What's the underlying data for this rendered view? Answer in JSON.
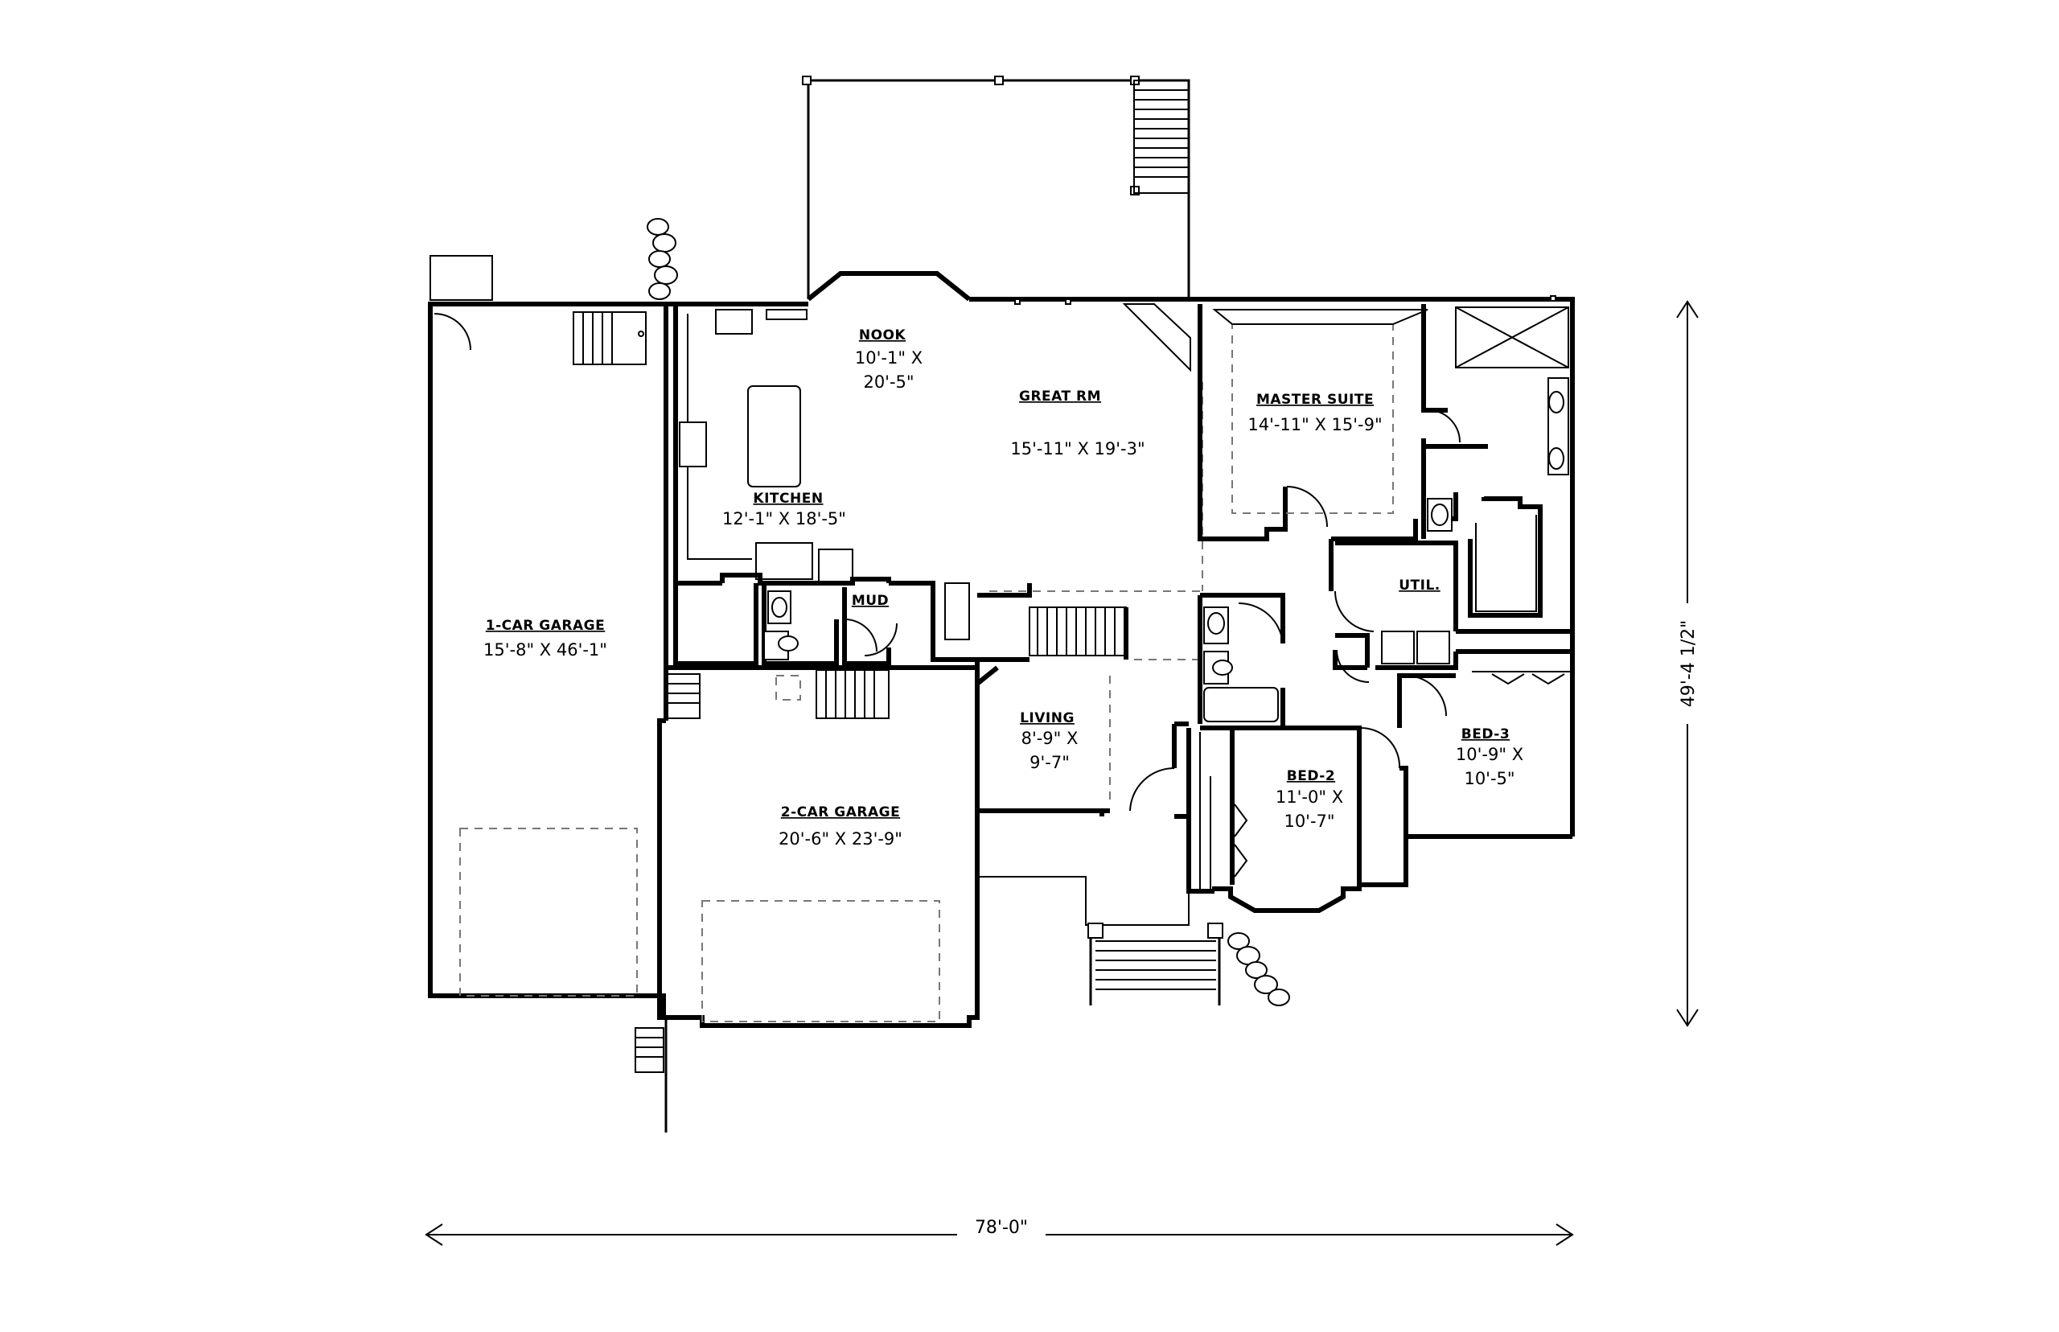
{
  "overall_dimensions": {
    "width": "78'-0\"",
    "depth": "49'-4 1/2\""
  },
  "rooms": {
    "nook": {
      "name": "NOOK",
      "dim_line1": "10'-1\" X",
      "dim_line2": "20'-5\""
    },
    "great_room": {
      "name": "GREAT RM",
      "dim_line1": "15'-11\" X 19'-3\""
    },
    "master_suite": {
      "name": "MASTER SUITE",
      "dim_line1": "14'-11\" X 15'-9\""
    },
    "kitchen": {
      "name": "KITCHEN",
      "dim_line1": "12'-1\" X 18'-5\""
    },
    "one_car_garage": {
      "name": "1-CAR GARAGE",
      "dim_line1": "15'-8\" X 46'-1\""
    },
    "mud": {
      "name": "MUD"
    },
    "util": {
      "name": "UTIL."
    },
    "living": {
      "name": "LIVING",
      "dim_line1": "8'-9\" X",
      "dim_line2": "9'-7\""
    },
    "bed_3": {
      "name": "BED-3",
      "dim_line1": "10'-9\" X",
      "dim_line2": "10'-5\""
    },
    "bed_2": {
      "name": "BED-2",
      "dim_line1": "11'-0\" X",
      "dim_line2": "10'-7\""
    },
    "two_car_garage": {
      "name": "2-CAR GARAGE",
      "dim_line1": "20'-6\" X 23'-9\""
    }
  }
}
